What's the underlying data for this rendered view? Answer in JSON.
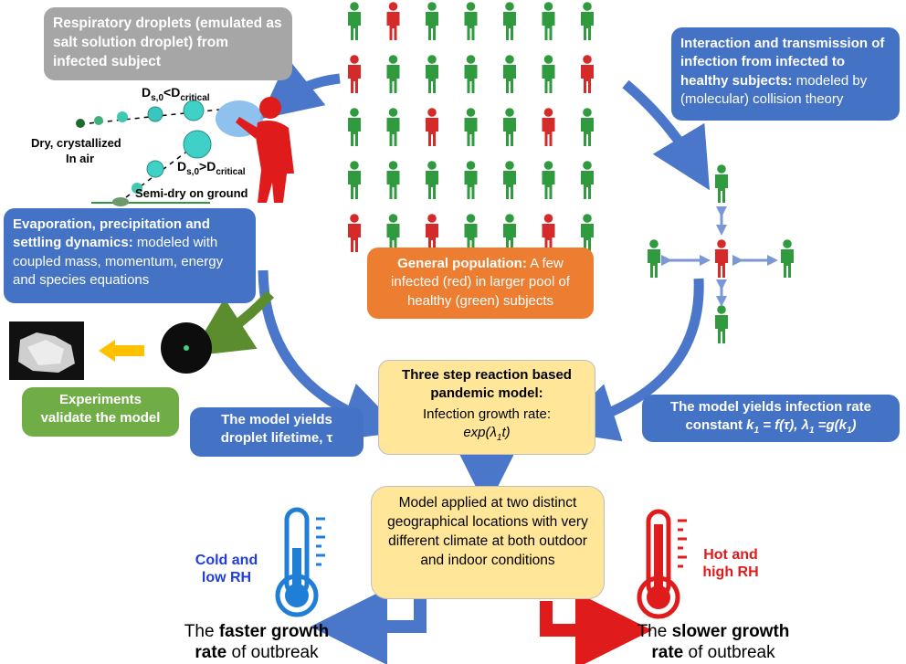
{
  "colors": {
    "infected": "#d42a2a",
    "healthy": "#2f9a3e",
    "blue_box": "#4472c4",
    "arrow": "#4a77c9"
  },
  "droplet_box": {
    "text": "Respiratory droplets (emulated as salt solution droplet) from infected subject"
  },
  "droplet_labels": {
    "d_lt_prefix": "D",
    "d_lt_sub": "s,0",
    "d_lt_mid": "<D",
    "d_lt_sub2": "critical",
    "d_gt_prefix": "D",
    "d_gt_sub": "s,0",
    "d_gt_mid": ">D",
    "d_gt_sub2": "critical",
    "dry": "Dry, crystallized",
    "in_air": "In air",
    "semi_dry": "Semi-dry on ground"
  },
  "interaction_box": {
    "bold": "Interaction and transmission of infection from infected to healthy subjects:",
    "normal": " modeled by (molecular) collision theory"
  },
  "evaporation_box": {
    "bold": "Evaporation, precipitation and settling dynamics:",
    "normal": " modeled with coupled mass, momentum, energy and species equations"
  },
  "population_box": {
    "bold": "General population:",
    "normal": " A few infected (red) in larger pool of healthy (green) subjects"
  },
  "experiments_box": {
    "text": "Experiments validate the model"
  },
  "lifetime_box": {
    "text": "The model yields droplet lifetime, τ"
  },
  "rate_box": {
    "line1": "The model yields infection rate",
    "line2_a": "constant ",
    "k1": "k",
    "k1_sub": "1",
    "eq1": " = f(τ), ",
    "lam": "λ",
    "lam_sub": "1",
    "eq2": " =g(k",
    "eq2_sub": "1",
    "eq2_end": ")"
  },
  "reaction_box": {
    "title": "Three step reaction based pandemic model:",
    "growth": "Infection growth rate:",
    "formula_a": "exp(λ",
    "formula_sub": "1",
    "formula_b": "t)"
  },
  "applied_box": {
    "text": "Model applied at two distinct geographical locations with very different climate at both outdoor and indoor conditions"
  },
  "cold": {
    "label": "Cold and low RH",
    "color": "#1f3fd6"
  },
  "hot": {
    "label": "Hot and high RH",
    "color": "#e01b1b"
  },
  "faster": {
    "a": "The ",
    "b": "faster growth",
    "c": "rate",
    "d": " of outbreak"
  },
  "slower": {
    "a": "The ",
    "b": "slower growth",
    "c": "rate",
    "d": " of outbreak"
  },
  "grid": [
    [
      "g",
      "r",
      "g",
      "g",
      "g",
      "g",
      "g"
    ],
    [
      "r",
      "g",
      "g",
      "g",
      "g",
      "g",
      "r"
    ],
    [
      "g",
      "g",
      "r",
      "g",
      "g",
      "r",
      "g"
    ],
    [
      "g",
      "g",
      "g",
      "g",
      "g",
      "g",
      "g"
    ],
    [
      "r",
      "g",
      "r",
      "g",
      "g",
      "r",
      "g"
    ]
  ]
}
